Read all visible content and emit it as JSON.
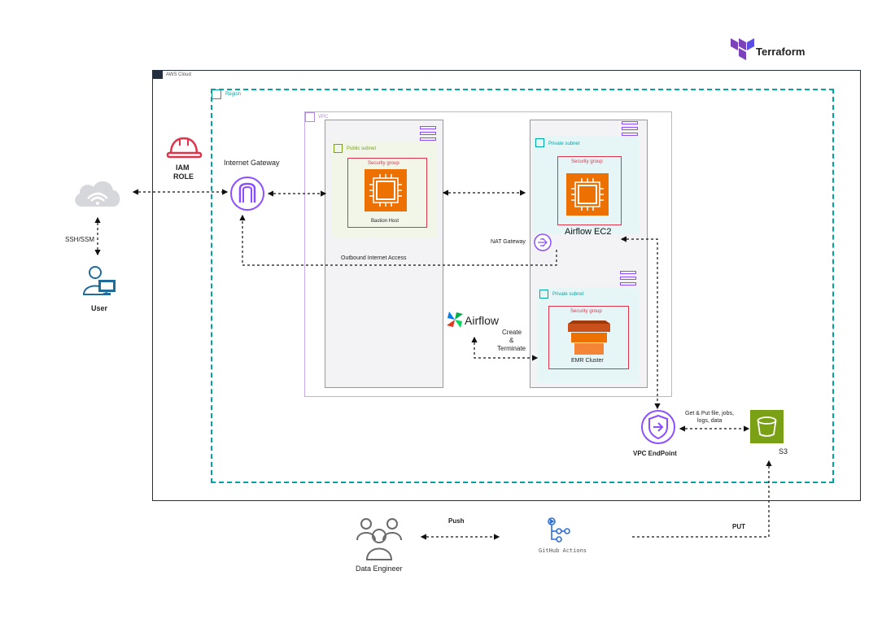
{
  "terraform": {
    "label": "Terraform",
    "color": "#7b42bc"
  },
  "aws_cloud": {
    "label": "AWS Cloud"
  },
  "region": {
    "label": "Region",
    "color": "#00a4a6"
  },
  "vpc": {
    "label": "VPC",
    "color": "#8c4fff"
  },
  "iam": {
    "line1": "IAM",
    "line2": "ROLE",
    "color": "#dd344c"
  },
  "internet_gateway": {
    "label": "Internet Gateway"
  },
  "user": {
    "label": "User",
    "edge_label": "SSH/SSM"
  },
  "public_subnet": {
    "label": "Public subnet",
    "color": "#7aa116"
  },
  "bastion": {
    "sg_label": "Security group",
    "label": "Bastion Host"
  },
  "private_subnet_1": {
    "label": "Private subnet"
  },
  "airflow_ec2": {
    "sg_label": "Security group",
    "label": "Airflow EC2"
  },
  "nat_gateway": {
    "label": "NAT Gateway"
  },
  "outbound": {
    "label": "Outbound Internet Access"
  },
  "private_subnet_2": {
    "label": "Private subnet"
  },
  "emr": {
    "sg_label": "Security group",
    "label": "EMR Cluster"
  },
  "airflow_logo": {
    "label": "Airflow"
  },
  "create_terminate": {
    "line1": "Create",
    "line2": "&",
    "line3": "Terminate"
  },
  "vpc_endpoint": {
    "label": "VPC EndPoint"
  },
  "s3": {
    "label": "S3",
    "color": "#7aa116"
  },
  "s3_edge": {
    "line1": "Get & Put file, jobs,",
    "line2": "logs, data"
  },
  "data_engineer": {
    "label": "Data Engineer"
  },
  "push": {
    "label": "Push"
  },
  "github_actions": {
    "label": "GitHub Actions"
  },
  "put": {
    "label": "PUT"
  },
  "colors": {
    "ec2": "#ed7100",
    "security_group": "#dd344c",
    "subnet_private": "#e6f6f7"
  }
}
